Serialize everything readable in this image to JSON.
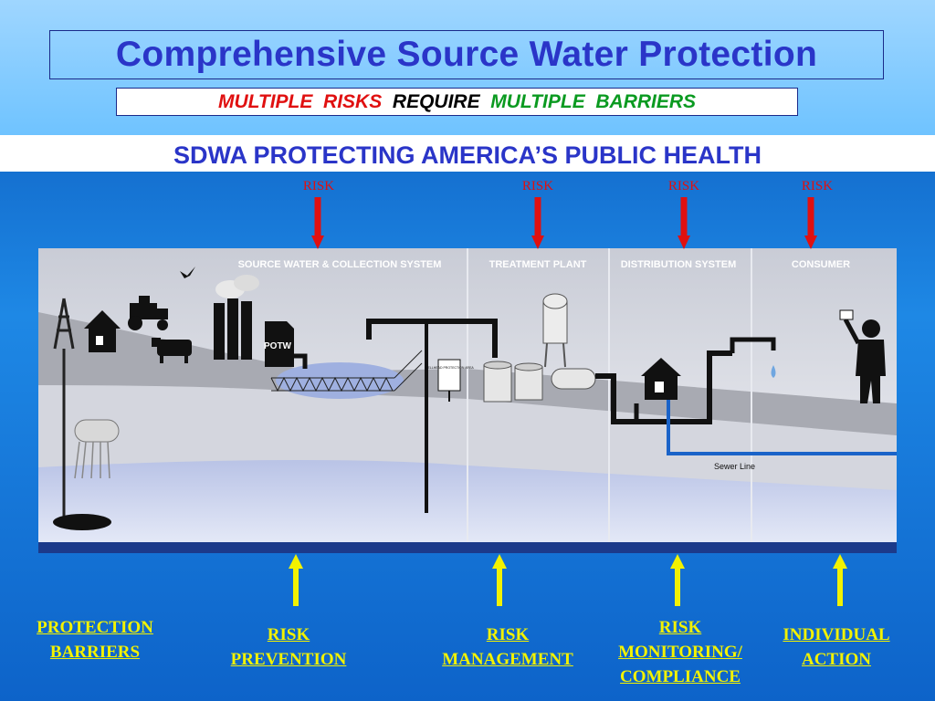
{
  "header": {
    "title": "Comprehensive Source Water Protection",
    "subtitle": {
      "part1": "MULTIPLE  RISKS",
      "part2": "REQUIRE",
      "part3": "MULTIPLE  BARRIERS"
    },
    "heading": "SDWA PROTECTING  AMERICA’S  PUBLIC  HEALTH"
  },
  "risks": [
    "RISK",
    "RISK",
    "RISK",
    "RISK"
  ],
  "diagram": {
    "sections": [
      "SOURCE WATER & COLLECTION SYSTEM",
      "TREATMENT PLANT",
      "DISTRIBUTION SYSTEM",
      "CONSUMER"
    ],
    "potw_label": "POTW",
    "wellhead_sign": "WELLHEAD PROTECTION AREA",
    "sewer_label": "Sewer Line"
  },
  "barriers": {
    "protection": [
      "PROTECTION",
      "BARRIERS"
    ],
    "prevention": [
      "RISK",
      "PREVENTION"
    ],
    "management": [
      "RISK ",
      "MANAGEMENT"
    ],
    "monitoring": [
      "RISK ",
      "MONITORING/",
      "COMPLIANCE"
    ],
    "individual": [
      "INDIVIDUAL",
      "ACTION"
    ]
  },
  "colors": {
    "title_blue": "#2a35c8",
    "risk_red": "#e01010",
    "barrier_yellow": "#f2f200",
    "subtitle_green": "#0a9a20"
  }
}
